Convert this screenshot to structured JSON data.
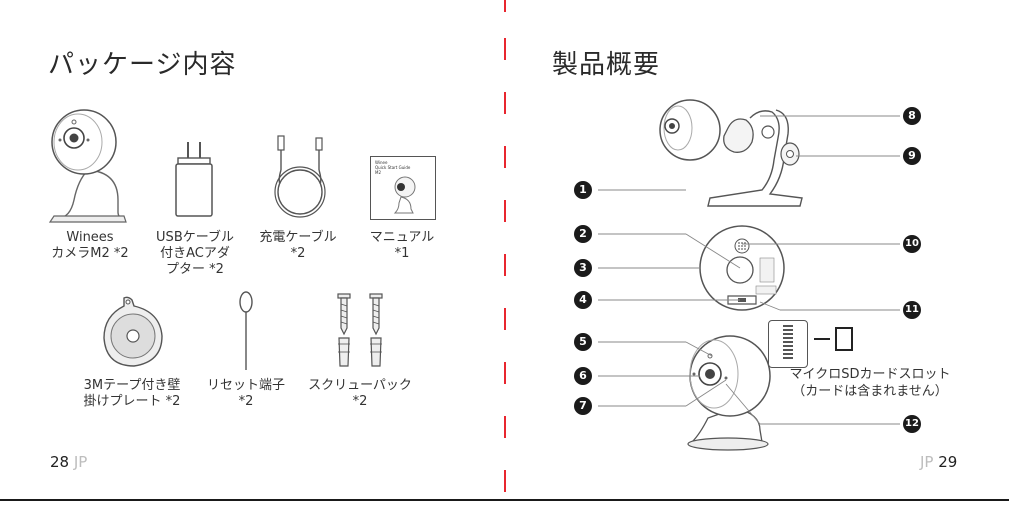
{
  "left_page": {
    "title": "パッケージ内容",
    "page_number": "28",
    "lang_tag": "JP",
    "items": [
      {
        "line1": "Winees",
        "line2": "カメラM2 *2"
      },
      {
        "line1": "USBケーブル",
        "line2": "付きACアダ",
        "line3": "プター *2"
      },
      {
        "line1": "充電ケーブル",
        "line2": "*2"
      },
      {
        "line1": "マニュアル",
        "line2": "*1"
      },
      {
        "line1": "3Mテープ付き壁",
        "line2": "掛けプレート *2"
      },
      {
        "line1": "リセット端子",
        "line2": "*2"
      },
      {
        "line1": "スクリューパック",
        "line2": "*2"
      }
    ],
    "manual_cover": {
      "brand": "Winee",
      "title": "Quick Start Guide",
      "model": "M2"
    }
  },
  "right_page": {
    "title": "製品概要",
    "page_number": "29",
    "lang_tag": "JP",
    "callouts": [
      "1",
      "2",
      "3",
      "4",
      "5",
      "6",
      "7",
      "8",
      "9",
      "10",
      "11",
      "12"
    ],
    "sd_note_line1": "マイクロSDカードスロット",
    "sd_note_line2": "（カードは含まれません）"
  },
  "colors": {
    "accent": "#e8262f",
    "badge": "#1b1b1b",
    "line_art": "#555555"
  }
}
